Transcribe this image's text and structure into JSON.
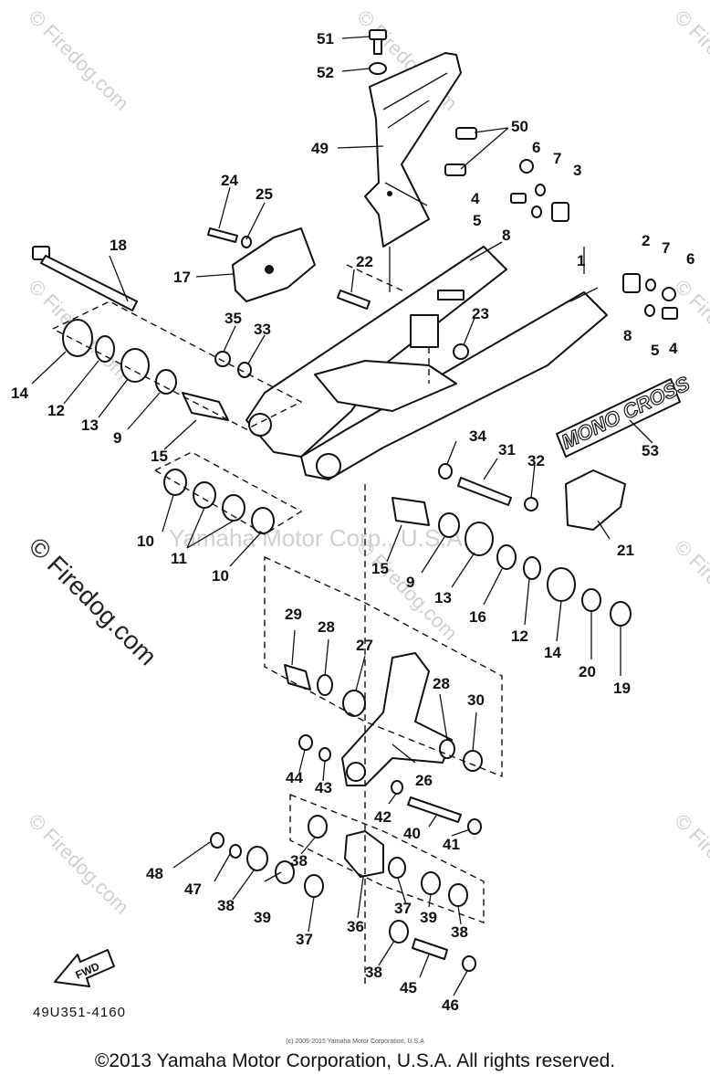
{
  "watermarks": {
    "firedog_side": "© Firedog.com",
    "firedog_mark": "© Firedog.com",
    "yamaha_center": "Yamaha Motor Corp., U.S.A."
  },
  "diagram": {
    "code": "49U351-4160",
    "fwd_label": "FWD",
    "decal_text": "MONO CROSS"
  },
  "callouts": [
    {
      "id": "1",
      "label": "1"
    },
    {
      "id": "2",
      "label": "2"
    },
    {
      "id": "3",
      "label": "3"
    },
    {
      "id": "4a",
      "label": "4"
    },
    {
      "id": "4b",
      "label": "4"
    },
    {
      "id": "5a",
      "label": "5"
    },
    {
      "id": "5b",
      "label": "5"
    },
    {
      "id": "6a",
      "label": "6"
    },
    {
      "id": "6b",
      "label": "6"
    },
    {
      "id": "7a",
      "label": "7"
    },
    {
      "id": "7b",
      "label": "7"
    },
    {
      "id": "8a",
      "label": "8"
    },
    {
      "id": "8b",
      "label": "8"
    },
    {
      "id": "9a",
      "label": "9"
    },
    {
      "id": "9b",
      "label": "9"
    },
    {
      "id": "10a",
      "label": "10"
    },
    {
      "id": "10b",
      "label": "10"
    },
    {
      "id": "11",
      "label": "11"
    },
    {
      "id": "12a",
      "label": "12"
    },
    {
      "id": "12b",
      "label": "12"
    },
    {
      "id": "13a",
      "label": "13"
    },
    {
      "id": "13b",
      "label": "13"
    },
    {
      "id": "14a",
      "label": "14"
    },
    {
      "id": "14b",
      "label": "14"
    },
    {
      "id": "15a",
      "label": "15"
    },
    {
      "id": "15b",
      "label": "15"
    },
    {
      "id": "16",
      "label": "16"
    },
    {
      "id": "17",
      "label": "17"
    },
    {
      "id": "18",
      "label": "18"
    },
    {
      "id": "19",
      "label": "19"
    },
    {
      "id": "20",
      "label": "20"
    },
    {
      "id": "21",
      "label": "21"
    },
    {
      "id": "22",
      "label": "22"
    },
    {
      "id": "23",
      "label": "23"
    },
    {
      "id": "24",
      "label": "24"
    },
    {
      "id": "25",
      "label": "25"
    },
    {
      "id": "26",
      "label": "26"
    },
    {
      "id": "27",
      "label": "27"
    },
    {
      "id": "28a",
      "label": "28"
    },
    {
      "id": "28b",
      "label": "28"
    },
    {
      "id": "29",
      "label": "29"
    },
    {
      "id": "30",
      "label": "30"
    },
    {
      "id": "31",
      "label": "31"
    },
    {
      "id": "32",
      "label": "32"
    },
    {
      "id": "33",
      "label": "33"
    },
    {
      "id": "34",
      "label": "34"
    },
    {
      "id": "35",
      "label": "35"
    },
    {
      "id": "36",
      "label": "36"
    },
    {
      "id": "37a",
      "label": "37"
    },
    {
      "id": "37b",
      "label": "37"
    },
    {
      "id": "38a",
      "label": "38"
    },
    {
      "id": "38b",
      "label": "38"
    },
    {
      "id": "38c",
      "label": "38"
    },
    {
      "id": "38d",
      "label": "38"
    },
    {
      "id": "39a",
      "label": "39"
    },
    {
      "id": "39b",
      "label": "39"
    },
    {
      "id": "40",
      "label": "40"
    },
    {
      "id": "41",
      "label": "41"
    },
    {
      "id": "42",
      "label": "42"
    },
    {
      "id": "43",
      "label": "43"
    },
    {
      "id": "44",
      "label": "44"
    },
    {
      "id": "45",
      "label": "45"
    },
    {
      "id": "46",
      "label": "46"
    },
    {
      "id": "47",
      "label": "47"
    },
    {
      "id": "48",
      "label": "48"
    },
    {
      "id": "49",
      "label": "49"
    },
    {
      "id": "50",
      "label": "50"
    },
    {
      "id": "51",
      "label": "51"
    },
    {
      "id": "52",
      "label": "52"
    },
    {
      "id": "53",
      "label": "53"
    }
  ],
  "footer": {
    "small_copyright": "(c) 2005-2015 Yamaha Motor Corporation, U.S.A",
    "main_copyright": "©2013 Yamaha Motor Corporation, U.S.A. All rights reserved."
  }
}
